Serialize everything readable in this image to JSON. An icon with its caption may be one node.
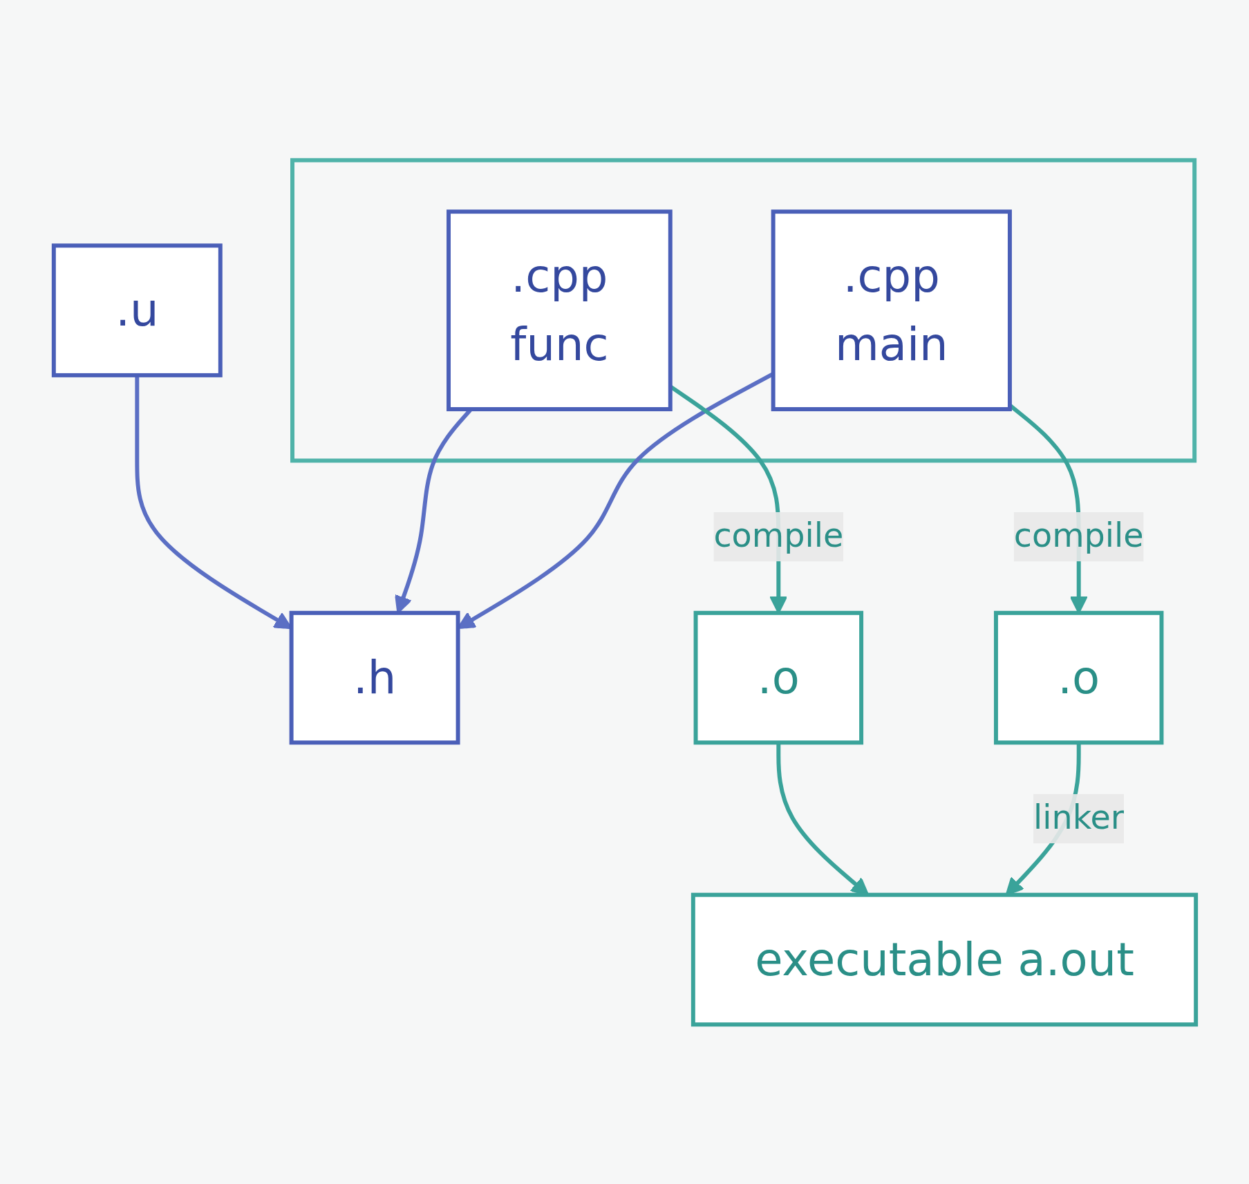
{
  "diagram": {
    "nodes": [
      {
        "text": [
          ".h"
        ]
      },
      {
        "text": [],
        "shape": "box"
      },
      {
        "text": [
          ".cpp",
          "main"
        ],
        "in": 1
      },
      {
        "text": [
          ".cpp",
          "func"
        ],
        "in": 1
      },
      {
        "text": [
          ".u"
        ]
      },
      {
        "text": [
          ".o"
        ]
      },
      {
        "text": [
          ".o"
        ]
      },
      {
        "text": [
          "executable a.out"
        ]
      }
    ],
    "edges": [
      {
        "from": 2,
        "to": 0,
        "arrow": "to",
        "color": "#5b6fc4"
      },
      {
        "from": 3,
        "to": 0,
        "arrow": "to",
        "color": "#5b6fc4"
      },
      {
        "from": 4,
        "to": 0,
        "arrow": "to",
        "color": "#5b6fc4"
      },
      {
        "from": 2,
        "to": 5,
        "arrow": "to",
        "label": "compile"
      },
      {
        "from": 3,
        "to": 6,
        "arrow": "to",
        "label": "compile"
      },
      {
        "from": 5,
        "to": 7,
        "arrow": "to",
        "label": "linker"
      },
      {
        "from": 6,
        "to": 7,
        "arrow": "to"
      }
    ]
  }
}
